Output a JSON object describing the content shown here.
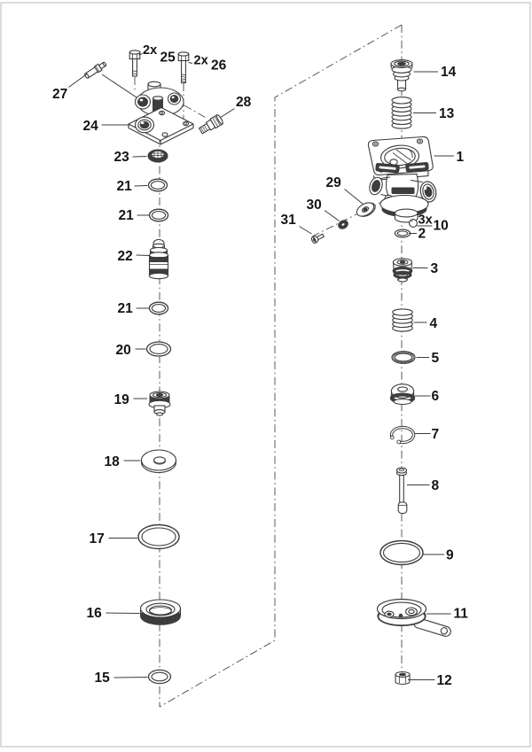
{
  "diagram": {
    "background": "#ffffff",
    "frame_color": "#b8b8b8",
    "line_color": "#3c3c3c",
    "dark_fill": "#3d3d3d",
    "centerline_color": "#4a4a4a",
    "text_color": "#141414",
    "left_assembly": {
      "callouts": [
        {
          "id": "25",
          "qty": "2x"
        },
        {
          "id": "26",
          "qty": "2x"
        },
        {
          "id": "27",
          "qty": ""
        },
        {
          "id": "28",
          "qty": ""
        },
        {
          "id": "24",
          "qty": ""
        },
        {
          "id": "23",
          "qty": ""
        },
        {
          "id": "21",
          "qty": ""
        },
        {
          "id": "21",
          "qty": ""
        },
        {
          "id": "22",
          "qty": ""
        },
        {
          "id": "21",
          "qty": ""
        },
        {
          "id": "20",
          "qty": ""
        },
        {
          "id": "19",
          "qty": ""
        },
        {
          "id": "18",
          "qty": ""
        },
        {
          "id": "17",
          "qty": ""
        },
        {
          "id": "16",
          "qty": ""
        },
        {
          "id": "15",
          "qty": ""
        }
      ]
    },
    "right_assembly": {
      "callouts": [
        {
          "id": "14",
          "qty": ""
        },
        {
          "id": "13",
          "qty": ""
        },
        {
          "id": "1",
          "qty": ""
        },
        {
          "id": "29",
          "qty": ""
        },
        {
          "id": "30",
          "qty": ""
        },
        {
          "id": "31",
          "qty": ""
        },
        {
          "id": "10",
          "qty": "3x"
        },
        {
          "id": "2",
          "qty": ""
        },
        {
          "id": "3",
          "qty": ""
        },
        {
          "id": "4",
          "qty": ""
        },
        {
          "id": "5",
          "qty": ""
        },
        {
          "id": "6",
          "qty": ""
        },
        {
          "id": "7",
          "qty": ""
        },
        {
          "id": "8",
          "qty": ""
        },
        {
          "id": "9",
          "qty": ""
        },
        {
          "id": "11",
          "qty": ""
        },
        {
          "id": "12",
          "qty": ""
        }
      ]
    }
  }
}
